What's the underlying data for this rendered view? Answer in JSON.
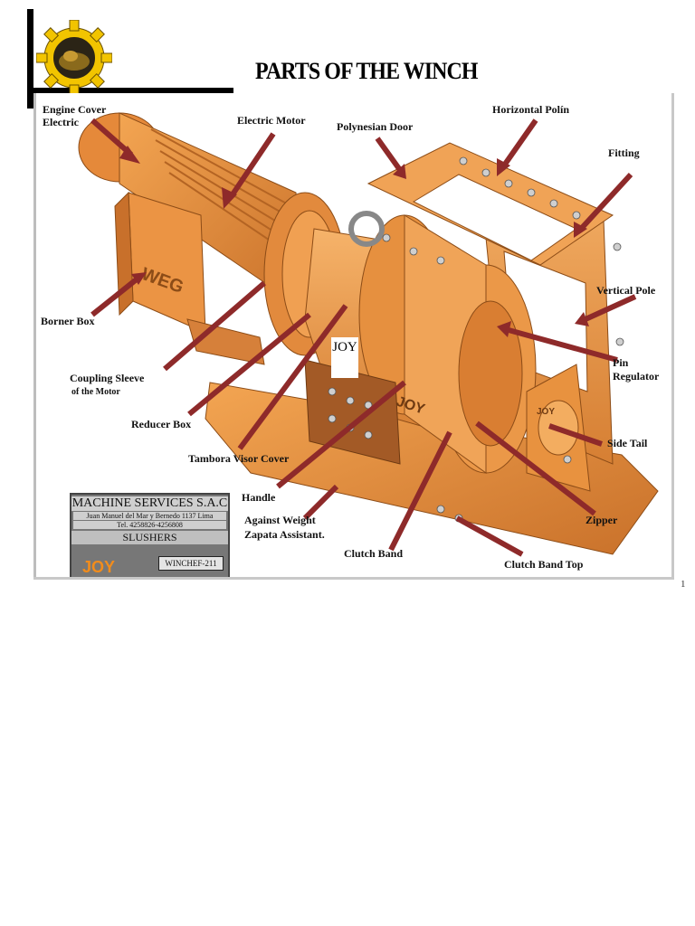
{
  "title": "PARTS OF THE WINCH",
  "page_number": "1",
  "logo": {
    "icon": "gear-logo-icon",
    "color": "#f2c400"
  },
  "diagram": {
    "body_color": "#e8963f",
    "pointer_color": "#8e2a2a",
    "motor_brand": "WEG",
    "brand_label": "JOY",
    "labels": {
      "engine_cover": "Engine Cover",
      "engine_cover_2": "Electric",
      "electric_motor": "Electric Motor",
      "polynesian_door": "Polynesian Door",
      "horizontal_polin": "Horizontal  Polín",
      "fitting": "Fitting",
      "borner_box": "Borner Box",
      "vertical_pole": "Vertical Pole",
      "pin": "Pin",
      "regulator": "Regulator",
      "coupling_sleeve": "Coupling Sleeve",
      "of_the_motor": "of the Motor",
      "reducer_box": "Reducer Box",
      "side_tail": "Side Tail",
      "tambora_visor_cover": "Tambora Visor Cover",
      "handle": "Handle",
      "against_weight": "Against Weight",
      "zapata_assistant": "Zapata Assistant.",
      "zipper": "Zipper",
      "clutch_band": "Clutch Band",
      "clutch_band_top": "Clutch Band Top"
    }
  },
  "plate": {
    "company": "MACHINE SERVICES S.A.C",
    "address": "Juan Manuel del Mar y Bernedo 1137 Lima",
    "phone": "Tel. 4258826-4256808",
    "product": "SLUSHERS",
    "brand": "JOY",
    "code": "WINCHEF-211"
  }
}
